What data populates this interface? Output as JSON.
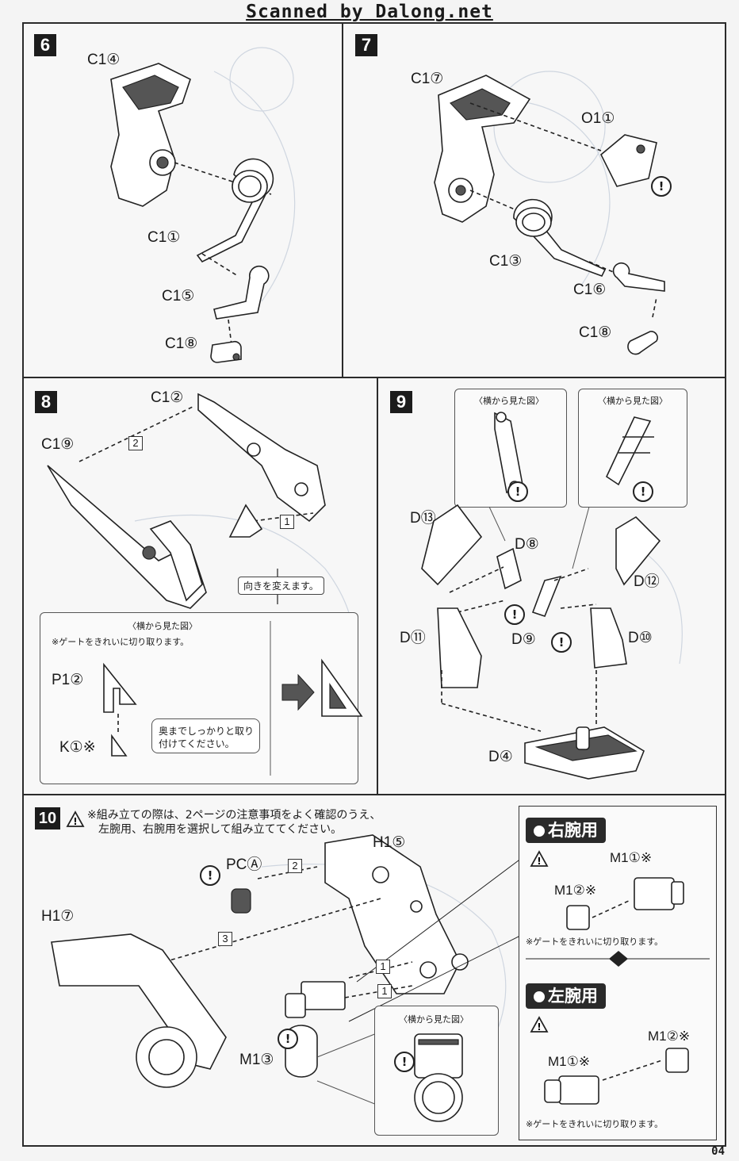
{
  "header": {
    "scan_credit": "Scanned by Dalong.net"
  },
  "steps": {
    "s6": {
      "num": "6",
      "labels": [
        "C1④",
        "C1①",
        "C1⑤",
        "C1⑧"
      ]
    },
    "s7": {
      "num": "7",
      "labels": [
        "C1⑦",
        "O1①",
        "C1③",
        "C1⑥",
        "C1⑧"
      ]
    },
    "s8": {
      "num": "8",
      "labels": [
        "C1②",
        "C1⑨",
        "P1②",
        "K①※"
      ],
      "order": [
        "2",
        "1"
      ],
      "note_turn": "向きを変えます。",
      "side_view_title": "〈横から見た図〉",
      "gate_note": "※ゲートをきれいに切り取ります。",
      "press_note_l1": "奥までしっかりと取り",
      "press_note_l2": "付けてください。"
    },
    "s9": {
      "num": "9",
      "labels": [
        "D⑬",
        "D⑧",
        "D⑫",
        "D⑪",
        "D⑨",
        "D⑩",
        "D④"
      ],
      "side_view_title_a": "〈横から見た図〉",
      "side_view_title_b": "〈横から見た図〉"
    },
    "s10": {
      "num": "10",
      "caution_l1": "※組み立ての際は、2ページの注意事項をよく確認のうえ、",
      "caution_l2": "左腕用、右腕用を選択して組み立ててください。",
      "labels": [
        "PCⒶ",
        "H1⑤",
        "H1⑦",
        "M1③"
      ],
      "order": [
        "2",
        "3",
        "1",
        "1"
      ],
      "side_view_title": "〈横から見た図〉",
      "right_arm": {
        "title": "右腕用",
        "part_a": "M1①※",
        "part_b": "M1②※",
        "gate_note": "※ゲートをきれいに切り取ります。"
      },
      "left_arm": {
        "title": "左腕用",
        "part_a": "M1②※",
        "part_b": "M1①※",
        "gate_note": "※ゲートをきれいに切り取ります。"
      }
    }
  },
  "page_number": "04",
  "icons": [
    "warning-circle-icon",
    "caution-triangle-icon",
    "arrow-right-icon",
    "swap-icon"
  ]
}
